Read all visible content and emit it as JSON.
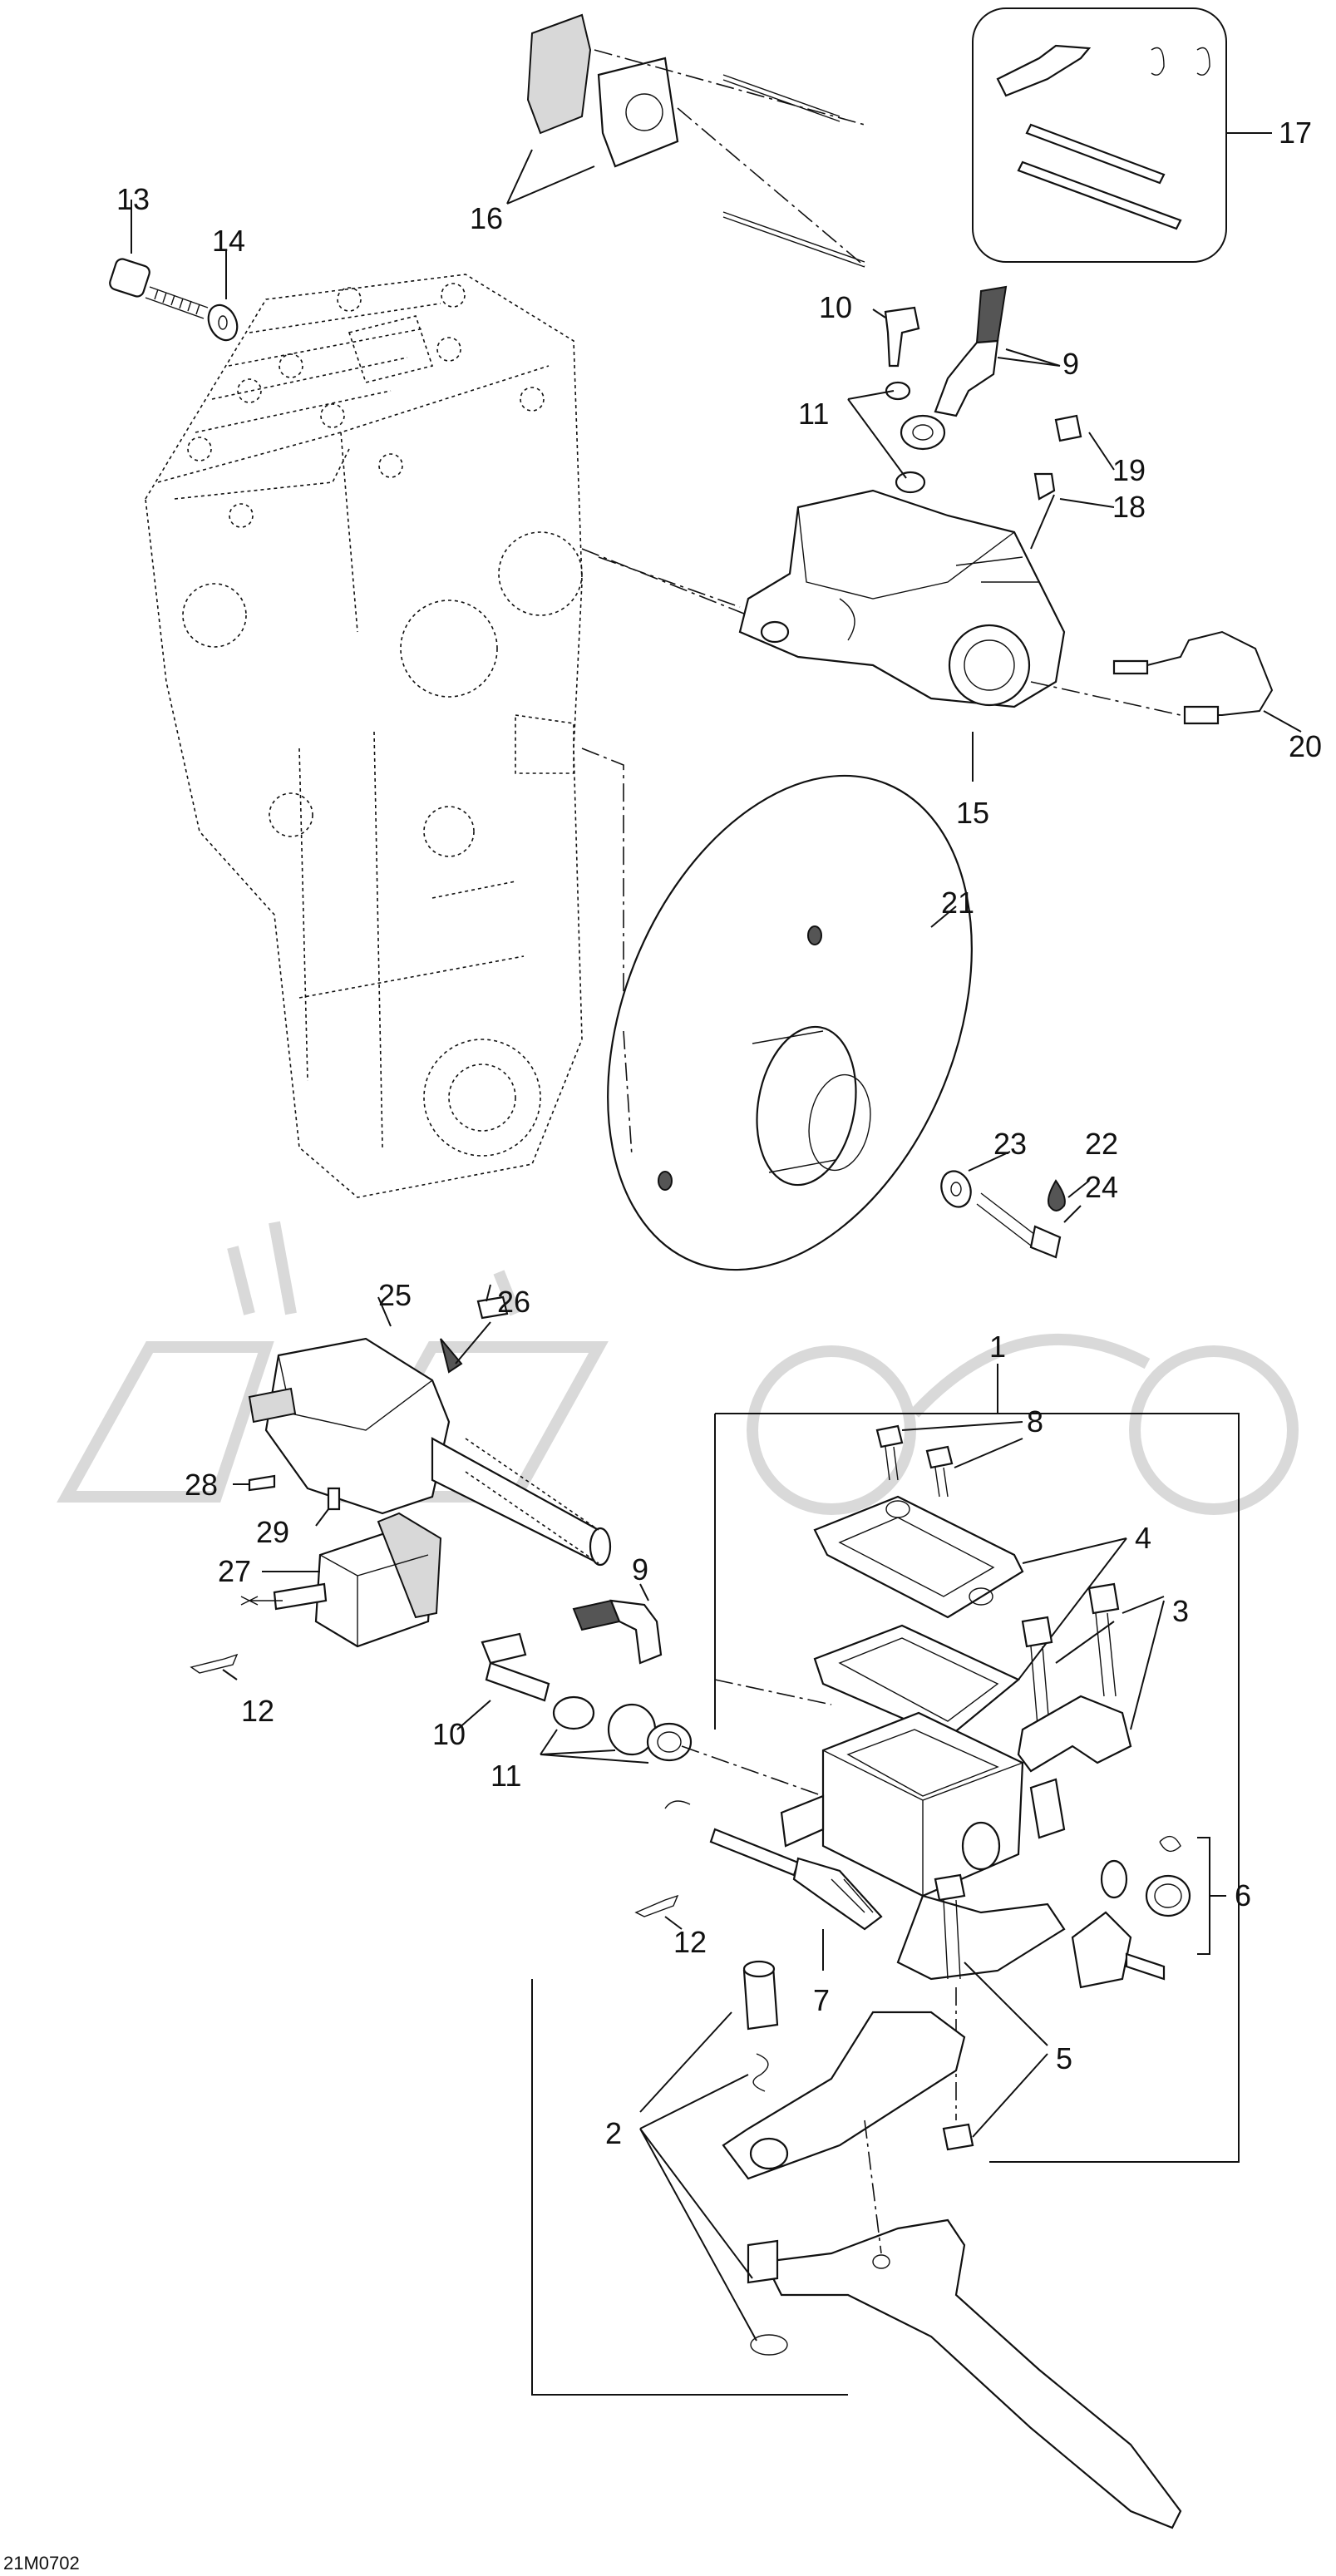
{
  "diagram_code": "21M0702",
  "watermark": "",
  "callouts": [
    "1",
    "2",
    "3",
    "4",
    "5",
    "6",
    "7",
    "8",
    "9",
    "10",
    "11",
    "12",
    "13",
    "14",
    "15",
    "16",
    "17",
    "18",
    "19",
    "20",
    "21",
    "22",
    "23",
    "24",
    "25",
    "26",
    "27",
    "28",
    "29"
  ]
}
